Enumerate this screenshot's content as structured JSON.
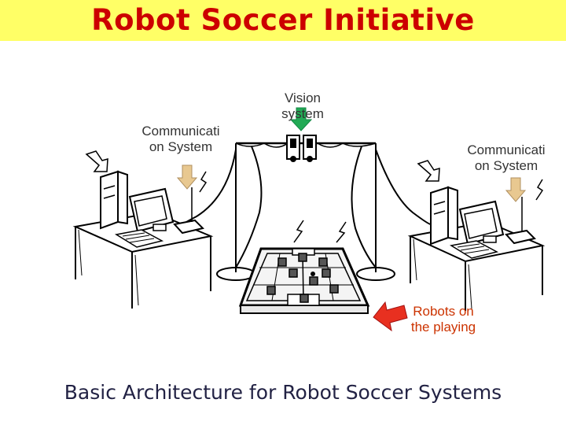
{
  "title": "Robot Soccer Initiative",
  "labels": {
    "comm_left_line1": "Communicati",
    "comm_left_line2": "on System",
    "vision_line1": "Vision",
    "vision_line2": "system",
    "comm_right_line1": "Communicati",
    "comm_right_line2": "on System",
    "robots_line1": "Robots on",
    "robots_line2": "the playing"
  },
  "caption": "Basic Architecture for Robot Soccer Systems",
  "colors": {
    "title_bg": "#ffff66",
    "title_text": "#cc0000",
    "arrow_green": "#22aa55",
    "arrow_tan": "#e8c890",
    "arrow_red": "#e83020",
    "robot_label": "#cc3300"
  }
}
